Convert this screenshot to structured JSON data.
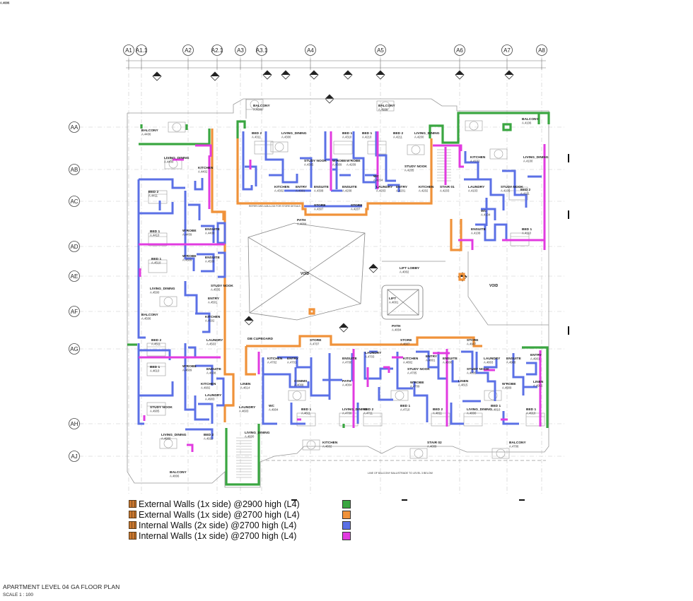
{
  "grid": {
    "columns": [
      "A1",
      "A1.1",
      "A2",
      "A2.1",
      "A3",
      "A3.1",
      "A4",
      "A5",
      "A6",
      "A7",
      "A8"
    ],
    "rows": [
      "AA",
      "AB",
      "AC",
      "AD",
      "AE",
      "AF",
      "AG",
      "AH",
      "AJ"
    ]
  },
  "rooms": [
    {
      "name": "BALCONY",
      "code": "A.4306"
    },
    {
      "name": "BALCONY",
      "code": "A.4206"
    },
    {
      "name": "BALCONY",
      "code": "A.4406"
    },
    {
      "name": "BALCONY",
      "code": "A.4106"
    },
    {
      "name": "BED 2",
      "code": "A.4311"
    },
    {
      "name": "LIVING_DINING",
      "code": "A.4300"
    },
    {
      "name": "BED 1",
      "code": "A.4310"
    },
    {
      "name": "BED 1",
      "code": "A.4210"
    },
    {
      "name": "BED 2",
      "code": "A.4211"
    },
    {
      "name": "LIVING_DINING",
      "code": "A.4200"
    },
    {
      "name": "LIVING_DINING",
      "code": "A.4400"
    },
    {
      "name": "KITCHEN",
      "code": "A.4402"
    },
    {
      "name": "STUDY NOOK",
      "code": "A.4305"
    },
    {
      "name": "W'ROBE",
      "code": "A.4309"
    },
    {
      "name": "W'ROBE",
      "code": "A.4209"
    },
    {
      "name": "WC",
      "code": "A.4204"
    },
    {
      "name": "STUDY NOOK",
      "code": "A.4205"
    },
    {
      "name": "KITCHEN",
      "code": "A.4102"
    },
    {
      "name": "LIVING_DINING",
      "code": "A.4100"
    },
    {
      "name": "BED 2",
      "code": "A.4411"
    },
    {
      "name": "KITCHEN",
      "code": "A.4302"
    },
    {
      "name": "ENTRY",
      "code": "A.4301"
    },
    {
      "name": "ENSUITE",
      "code": "A.4308"
    },
    {
      "name": "ENSUITE",
      "code": "A.4208"
    },
    {
      "name": "LAUNDRY",
      "code": "A.4203"
    },
    {
      "name": "ENTRY",
      "code": "A.4201"
    },
    {
      "name": "KITCHEN",
      "code": "A.4202"
    },
    {
      "name": "STAIR 01",
      "code": "A.4203"
    },
    {
      "name": "LAUNDRY",
      "code": "A.4103"
    },
    {
      "name": "STUDY NOOK",
      "code": "A.4105"
    },
    {
      "name": "BED 2",
      "code": "A.4111"
    },
    {
      "name": "STORE",
      "code": "A.4207"
    },
    {
      "name": "STORE",
      "code": "A.4307"
    },
    {
      "name": "PATH",
      "code": "A.4004"
    },
    {
      "name": "WC",
      "code": "A.4104"
    },
    {
      "name": "ENSUITE",
      "code": "A.4108"
    },
    {
      "name": "BED 1",
      "code": "A.4110"
    },
    {
      "name": "BED 1",
      "code": "A.4410"
    },
    {
      "name": "W'ROBE",
      "code": "A.4409"
    },
    {
      "name": "ENSUITE",
      "code": "A.4408"
    },
    {
      "name": "BED 1",
      "code": "A.4510"
    },
    {
      "name": "W'ROBE",
      "code": "A.4509"
    },
    {
      "name": "ENSUITE",
      "code": "A.4508"
    },
    {
      "name": "VOID",
      "code": ""
    },
    {
      "name": "LIFT LOBBY",
      "code": "A.4002"
    },
    {
      "name": "VOID",
      "code": ""
    },
    {
      "name": "LIVING_DINING",
      "code": "A.4500"
    },
    {
      "name": "STUDY NOOK",
      "code": "A.4505"
    },
    {
      "name": "ENTRY",
      "code": "A.4501"
    },
    {
      "name": "BALCONY",
      "code": "A.4506"
    },
    {
      "name": "KITCHEN",
      "code": "A.4502"
    },
    {
      "name": "LIFT",
      "code": "A.4001"
    },
    {
      "name": "PATH",
      "code": "A.4004"
    },
    {
      "name": "BED 2",
      "code": "A.4511"
    },
    {
      "name": "LAUNDRY",
      "code": "A.4503"
    },
    {
      "name": "DB CUPBOARD",
      "code": ""
    },
    {
      "name": "STORE",
      "code": "A.4707"
    },
    {
      "name": "STORE",
      "code": "A.4807"
    },
    {
      "name": "STORE",
      "code": "A.4907"
    },
    {
      "name": "BED 1",
      "code": "A.4610"
    },
    {
      "name": "W'ROBE",
      "code": "A.4609"
    },
    {
      "name": "ENSUITE",
      "code": "A.4608"
    },
    {
      "name": "KITCHEN",
      "code": "A.4702"
    },
    {
      "name": "ENTRY",
      "code": "A.4701"
    },
    {
      "name": "ENSUITE",
      "code": "A.4708"
    },
    {
      "name": "LAUNDRY",
      "code": "A.4703"
    },
    {
      "name": "KITCHEN",
      "code": "A.4802"
    },
    {
      "name": "ENTRY",
      "code": "A.4801"
    },
    {
      "name": "ENSUITE",
      "code": "A.4808"
    },
    {
      "name": "LAUNDRY",
      "code": "A.4803"
    },
    {
      "name": "ENSUITE",
      "code": "A.4908"
    },
    {
      "name": "ENTRY",
      "code": "A.4901"
    },
    {
      "name": "KITCHEN",
      "code": "A.4902"
    },
    {
      "name": "LAUNDRY",
      "code": "A.4903"
    },
    {
      "name": "LINEN",
      "code": "A.4614"
    },
    {
      "name": "LAUNDRY",
      "code": "A.4603"
    },
    {
      "name": "COMMS",
      "code": "A.4008"
    },
    {
      "name": "PATH",
      "code": "A.4004"
    },
    {
      "name": "STUDY NOOK",
      "code": "A.4705"
    },
    {
      "name": "W'ROBE",
      "code": "A.4709"
    },
    {
      "name": "LINEN",
      "code": "A.4815"
    },
    {
      "name": "STUDY NOOK",
      "code": "A.4805"
    },
    {
      "name": "W'ROBE",
      "code": "A.4909"
    },
    {
      "name": "LINEN",
      "code": "A.4915"
    },
    {
      "name": "STUDY NOOK",
      "code": "A.4905"
    },
    {
      "name": "WC",
      "code": "A.4904"
    },
    {
      "name": "BED 1",
      "code": "A.4611"
    },
    {
      "name": "LIVING_DINING",
      "code": "A.4700"
    },
    {
      "name": "BED 2",
      "code": "A.4711"
    },
    {
      "name": "BED 1",
      "code": "A.4710"
    },
    {
      "name": "BED 2",
      "code": "A.4811"
    },
    {
      "name": "LIVING_DINING",
      "code": "A.4800"
    },
    {
      "name": "BED 1",
      "code": "A.4810"
    },
    {
      "name": "BED 1",
      "code": "A.4910"
    },
    {
      "name": "LIVING_DINING",
      "code": "A.4900"
    },
    {
      "name": "BED 2",
      "code": "A.4911"
    },
    {
      "name": "LIVING_DINING",
      "code": "A.4600"
    },
    {
      "name": "KITCHEN",
      "code": "A.4602"
    },
    {
      "name": "STAIR 02",
      "code": "A.4009"
    },
    {
      "name": "BALCONY",
      "code": "A.4706"
    },
    {
      "name": "BALCONY",
      "code": "A.4806"
    },
    {
      "name": "BALCONY",
      "code": "A.4906"
    },
    {
      "name": "BALCONY",
      "code": "A.4606"
    }
  ],
  "notes": [
    "LINE OF BALCONY BALUSTRADE TO LEVEL 3 BELOW",
    "REFER DWG A08.A.215 FOR STORE DETAILS"
  ],
  "legend": {
    "items": [
      {
        "label": "External Walls (1x side) @2900 high (L4)",
        "color": "#3aa641"
      },
      {
        "label": "External Walls (1x side) @2700 high (L4)",
        "color": "#f0923a"
      },
      {
        "label": "Internal Walls (2x side) @2700 high (L4)",
        "color": "#5b70e6"
      },
      {
        "label": "Internal Walls (1x side) @2700 high (L4)",
        "color": "#e23be0"
      }
    ]
  },
  "title": "APARTMENT LEVEL 04 GA FLOOR PLAN",
  "scale": "SCALE   1 : 100"
}
